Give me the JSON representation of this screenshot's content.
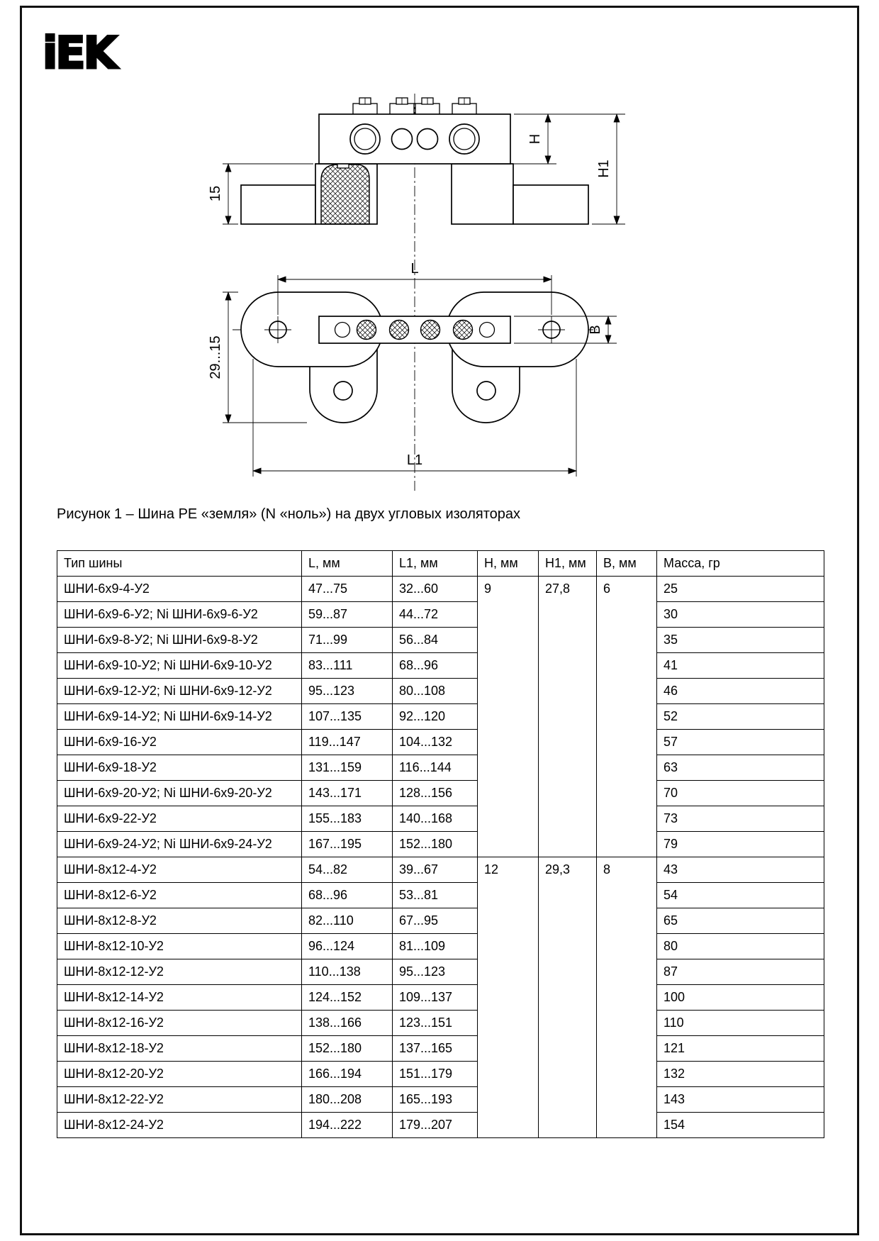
{
  "page": {
    "logo_text": "iEK",
    "figure_caption": "Рисунок 1 – Шина PE «земля» (N «ноль») на двух угловых изоляторах"
  },
  "drawing": {
    "labels": {
      "dim_15": "15",
      "dim_h": "H",
      "dim_h1": "H1",
      "dim_l": "L",
      "dim_29_15": "29...15",
      "dim_b": "B",
      "dim_l1": "L1"
    }
  },
  "table": {
    "headers": [
      "Тип шины",
      "L, мм",
      "L1, мм",
      "H, мм",
      "H1, мм",
      "B, мм",
      "Масса, гр"
    ],
    "groups": [
      {
        "h": "9",
        "h1": "27,8",
        "b": "6",
        "rows": [
          {
            "type": "ШНИ-6x9-4-У2",
            "l": "47...75",
            "l1": "32...60",
            "mass": "25"
          },
          {
            "type": "ШНИ-6x9-6-У2; Ni ШНИ-6x9-6-У2",
            "l": "59...87",
            "l1": "44...72",
            "mass": "30"
          },
          {
            "type": "ШНИ-6x9-8-У2; Ni ШНИ-6x9-8-У2",
            "l": "71...99",
            "l1": "56...84",
            "mass": "35"
          },
          {
            "type": "ШНИ-6x9-10-У2; Ni ШНИ-6x9-10-У2",
            "l": "83...111",
            "l1": "68...96",
            "mass": "41"
          },
          {
            "type": "ШНИ-6x9-12-У2; Ni ШНИ-6x9-12-У2",
            "l": "95...123",
            "l1": "80...108",
            "mass": "46"
          },
          {
            "type": "ШНИ-6x9-14-У2; Ni ШНИ-6x9-14-У2",
            "l": "107...135",
            "l1": "92...120",
            "mass": "52"
          },
          {
            "type": "ШНИ-6x9-16-У2",
            "l": "119...147",
            "l1": "104...132",
            "mass": "57"
          },
          {
            "type": "ШНИ-6x9-18-У2",
            "l": "131...159",
            "l1": "116...144",
            "mass": "63"
          },
          {
            "type": "ШНИ-6x9-20-У2; Ni ШНИ-6x9-20-У2",
            "l": "143...171",
            "l1": "128...156",
            "mass": "70"
          },
          {
            "type": "ШНИ-6x9-22-У2",
            "l": "155...183",
            "l1": "140...168",
            "mass": "73"
          },
          {
            "type": "ШНИ-6x9-24-У2; Ni ШНИ-6x9-24-У2",
            "l": "167...195",
            "l1": "152...180",
            "mass": "79"
          }
        ]
      },
      {
        "h": "12",
        "h1": "29,3",
        "b": "8",
        "rows": [
          {
            "type": "ШНИ-8x12-4-У2",
            "l": "54...82",
            "l1": "39...67",
            "mass": "43"
          },
          {
            "type": "ШНИ-8x12-6-У2",
            "l": "68...96",
            "l1": "53...81",
            "mass": "54"
          },
          {
            "type": "ШНИ-8x12-8-У2",
            "l": "82...110",
            "l1": "67...95",
            "mass": "65"
          },
          {
            "type": "ШНИ-8x12-10-У2",
            "l": "96...124",
            "l1": "81...109",
            "mass": "80"
          },
          {
            "type": "ШНИ-8x12-12-У2",
            "l": "110...138",
            "l1": "95...123",
            "mass": "87"
          },
          {
            "type": "ШНИ-8x12-14-У2",
            "l": "124...152",
            "l1": "109...137",
            "mass": "100"
          },
          {
            "type": "ШНИ-8x12-16-У2",
            "l": "138...166",
            "l1": "123...151",
            "mass": "110"
          },
          {
            "type": "ШНИ-8x12-18-У2",
            "l": "152...180",
            "l1": "137...165",
            "mass": "121"
          },
          {
            "type": "ШНИ-8x12-20-У2",
            "l": "166...194",
            "l1": "151...179",
            "mass": "132"
          },
          {
            "type": "ШНИ-8x12-22-У2",
            "l": "180...208",
            "l1": "165...193",
            "mass": "143"
          },
          {
            "type": "ШНИ-8x12-24-У2",
            "l": "194...222",
            "l1": "179...207",
            "mass": "154"
          }
        ]
      }
    ]
  }
}
